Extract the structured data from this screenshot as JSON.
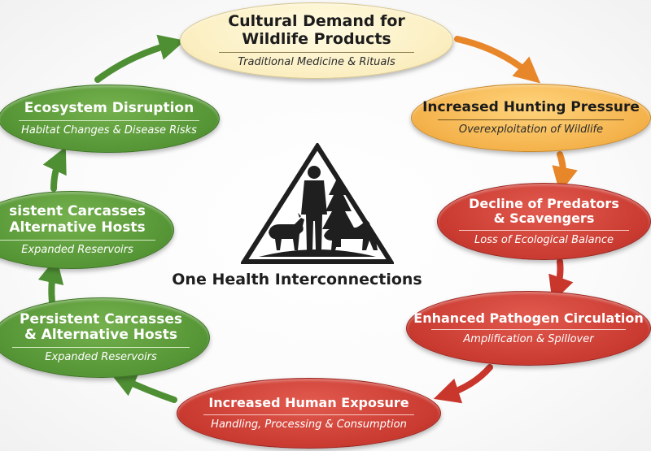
{
  "center": {
    "title": "One Health Interconnections",
    "emblem_icon": "one-health-triangle-icon"
  },
  "nodes": [
    {
      "id": "cultural-demand",
      "color": "cream",
      "title_lines": [
        "Cultural Demand for",
        "Wildlife Products"
      ],
      "subtitle": "Traditional Medicine & Rituals"
    },
    {
      "id": "hunting-pressure",
      "color": "orange",
      "title_lines": [
        "Increased Hunting Pressure"
      ],
      "subtitle": "Overexploitation of Wildlife"
    },
    {
      "id": "decline-predators",
      "color": "red",
      "title_lines": [
        "Decline of Predators",
        "& Scavengers"
      ],
      "subtitle": "Loss of Ecological Balance"
    },
    {
      "id": "pathogen-circulation",
      "color": "red",
      "title_lines": [
        "Enhanced Pathogen Circulation"
      ],
      "subtitle": "Amplification & Spillover"
    },
    {
      "id": "human-exposure",
      "color": "red",
      "title_lines": [
        "Increased Human Exposure"
      ],
      "subtitle": "Handling, Processing & Consumption"
    },
    {
      "id": "carcasses-lower",
      "color": "green",
      "title_lines": [
        "Persistent Carcasses",
        "& Alternative Hosts"
      ],
      "subtitle": "Expanded Reservoirs"
    },
    {
      "id": "carcasses-upper",
      "color": "green",
      "title_lines": [
        "sistent Carcasses",
        "Alternative Hosts"
      ],
      "subtitle": "Expanded Reservoirs"
    },
    {
      "id": "ecosystem-disruption",
      "color": "green",
      "title_lines": [
        "Ecosystem Disruption"
      ],
      "subtitle": "Habitat Changes & Disease Risks"
    }
  ],
  "colors": {
    "cream": "#fbeec0",
    "orange": "#f4b24b",
    "red": "#c93a30",
    "green": "#559535",
    "arrow_orange": "#e8862a",
    "arrow_red": "#c9362c",
    "arrow_green": "#4f8f34"
  }
}
